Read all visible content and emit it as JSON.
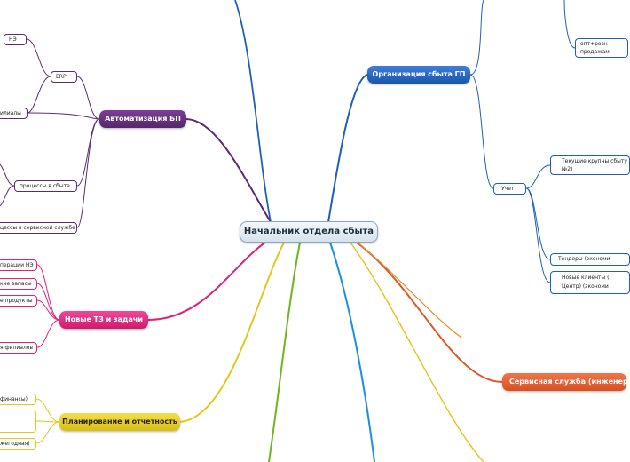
{
  "root": {
    "label": "Начальник отдела сбыта"
  },
  "topics": {
    "automation": {
      "label": "Автоматизация БП",
      "color": "#5b2a73"
    },
    "organization": {
      "label": "Организация сбыта ГП",
      "color": "#1f5fb8"
    },
    "new_tasks": {
      "label": "Новые ТЗ и задачи",
      "color": "#e0217a"
    },
    "planning": {
      "label": "Планирование и отчетность",
      "color": "#e3c820"
    },
    "service": {
      "label": "Сервисная служба (инженер",
      "color": "#e0572a"
    }
  },
  "automation_items": {
    "ne": "НЭ",
    "erp": "ERP",
    "branches": "илиалы",
    "sales_processes": "процессы в сбыте",
    "service_processes": "цессы в сервисной службе"
  },
  "organization_items": {
    "wholesale": "опт+розн продажам",
    "accounting": "Учет",
    "current_large": "Текущие крупны сбыту №2)",
    "tenders": "Тендеры (экономи",
    "new_clients": "Новые клиенты ( Центр) (экономи"
  },
  "task_items": {
    "ne_operations": "перации НЭ",
    "stocks": "кие запасы",
    "products": "е продукты",
    "branches": "я филиалов"
  },
  "planning_items": {
    "finance": "финансы)",
    "blank": "",
    "annual": "жегодная)"
  }
}
